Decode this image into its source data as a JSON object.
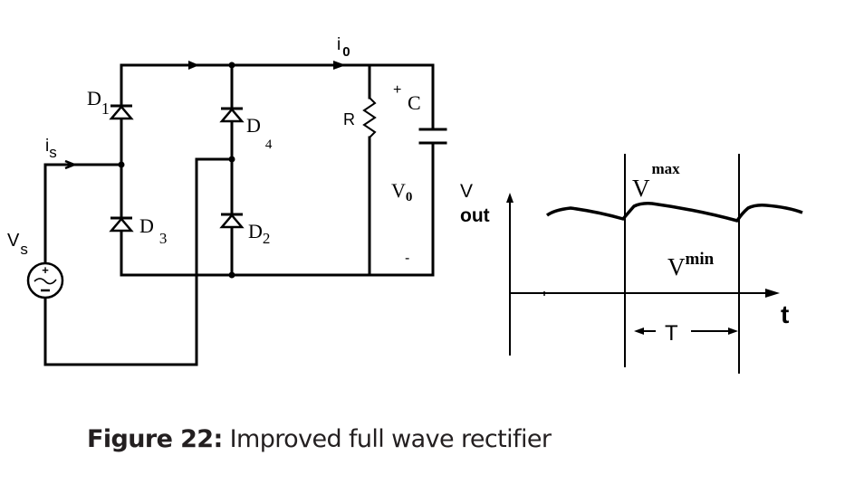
{
  "circuit": {
    "source": {
      "label": "V",
      "subscript": "s",
      "type": "ac-voltage-source"
    },
    "source_current": {
      "label": "i",
      "subscript": "s"
    },
    "output_current": {
      "label": "i",
      "subscript": "0"
    },
    "diodes": [
      {
        "id": "D1",
        "label": "D",
        "subscript": "1"
      },
      {
        "id": "D2",
        "label": "D",
        "subscript": "2"
      },
      {
        "id": "D3",
        "label": "D",
        "subscript": "3"
      },
      {
        "id": "D4",
        "label": "D",
        "subscript": "4"
      }
    ],
    "resistor": {
      "label": "R"
    },
    "capacitor": {
      "label": "C",
      "polarity_plus": "+"
    },
    "output_voltage": {
      "label": "V",
      "subscript": "0",
      "minus": "-"
    }
  },
  "waveform": {
    "y_axis_label": "V",
    "y_axis_subscript": "out",
    "x_axis_label": "t",
    "max_label": "V",
    "max_superscript": "max",
    "min_label": "V",
    "min_superscript": "min",
    "period_label": "T"
  },
  "caption": {
    "figure_label": "Figure 22:",
    "text": " Improved full wave rectifier"
  }
}
